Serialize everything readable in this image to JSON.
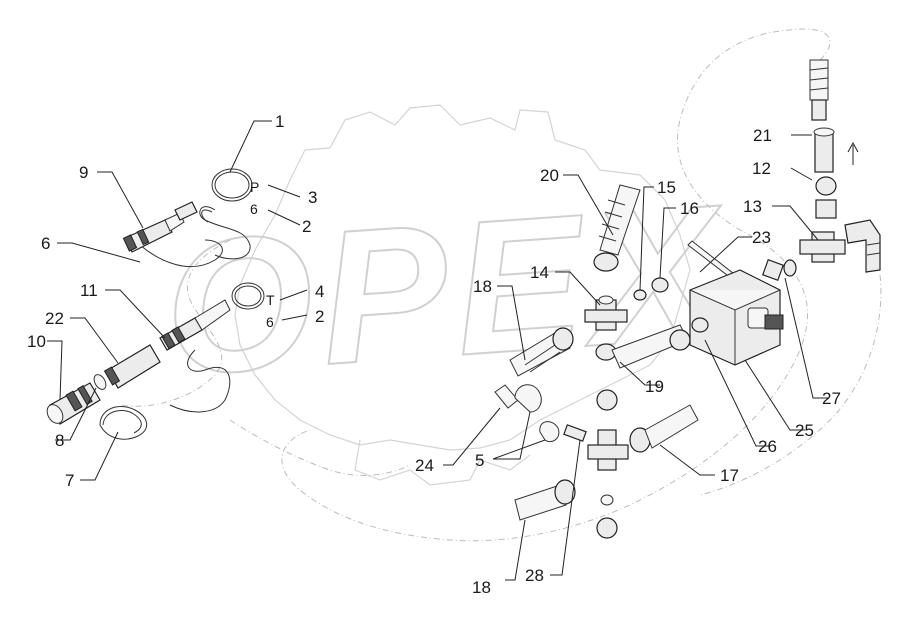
{
  "watermark": {
    "text": "OPEX"
  },
  "callouts": [
    {
      "id": "c1",
      "label": "1"
    },
    {
      "id": "c2a",
      "label": "2"
    },
    {
      "id": "c2b",
      "label": "2"
    },
    {
      "id": "c3",
      "label": "3"
    },
    {
      "id": "c4",
      "label": "4"
    },
    {
      "id": "c5",
      "label": "5"
    },
    {
      "id": "c6",
      "label": "6"
    },
    {
      "id": "c7",
      "label": "7"
    },
    {
      "id": "c8",
      "label": "8"
    },
    {
      "id": "c9",
      "label": "9"
    },
    {
      "id": "c10",
      "label": "10"
    },
    {
      "id": "c11",
      "label": "11"
    },
    {
      "id": "c12",
      "label": "12"
    },
    {
      "id": "c13",
      "label": "13"
    },
    {
      "id": "c14",
      "label": "14"
    },
    {
      "id": "c15",
      "label": "15"
    },
    {
      "id": "c16",
      "label": "16"
    },
    {
      "id": "c17",
      "label": "17"
    },
    {
      "id": "c18a",
      "label": "18"
    },
    {
      "id": "c18b",
      "label": "18"
    },
    {
      "id": "c19",
      "label": "19"
    },
    {
      "id": "c20",
      "label": "20"
    },
    {
      "id": "c21",
      "label": "21"
    },
    {
      "id": "c22",
      "label": "22"
    },
    {
      "id": "c23",
      "label": "23"
    },
    {
      "id": "c24",
      "label": "24"
    },
    {
      "id": "c25",
      "label": "25"
    },
    {
      "id": "c26",
      "label": "26"
    },
    {
      "id": "c27",
      "label": "27"
    },
    {
      "id": "c28",
      "label": "28"
    }
  ],
  "tags": {
    "p_label": "P",
    "t_label": "T",
    "six_top": "6",
    "six_bottom": "6"
  }
}
